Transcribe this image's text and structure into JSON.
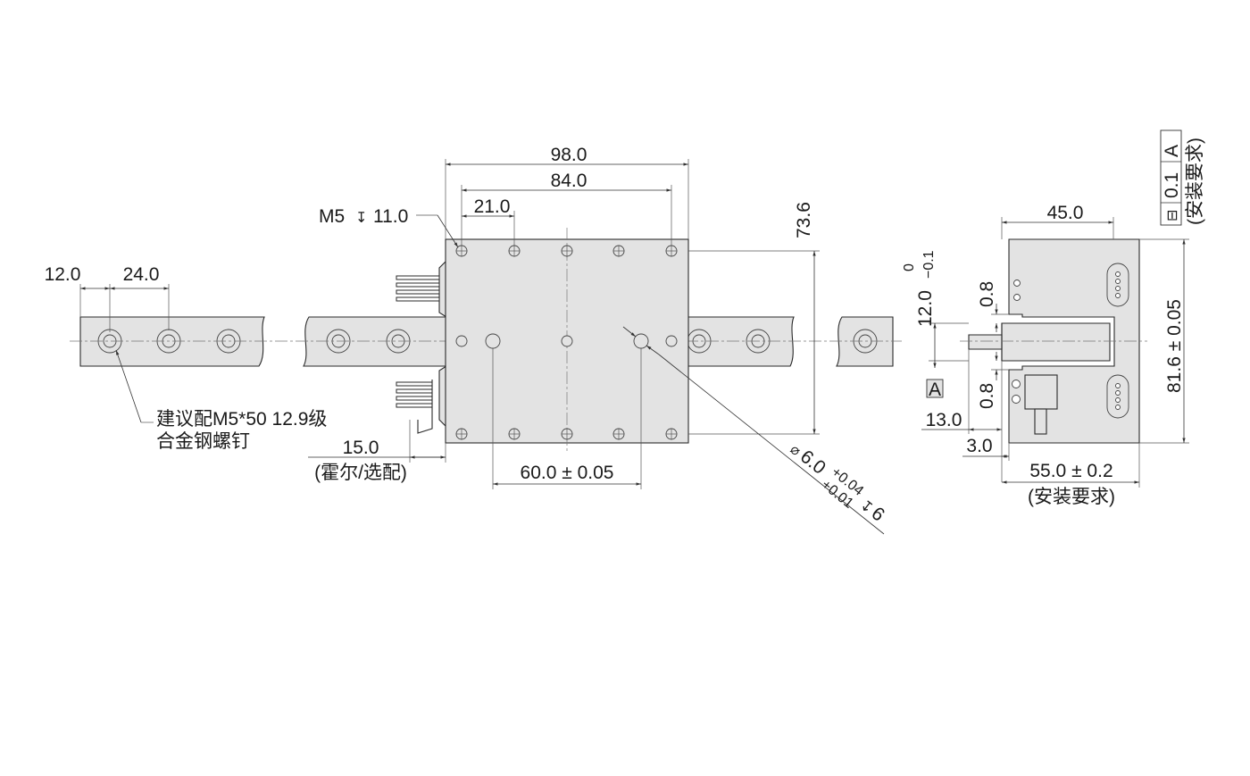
{
  "dimensions": {
    "d_98": "98.0",
    "d_84": "84.0",
    "d_21": "21.0",
    "d_73_6": "73.6",
    "d_12": "12.0",
    "d_24": "24.0",
    "d_15": "15.0",
    "d_60": "60.0 ± 0.05",
    "d_45": "45.0",
    "d_12_main": "12.0",
    "d_12_up": "0",
    "d_12_low": "−0.1",
    "d_0_8_top": "0.8",
    "d_0_8_bot": "0.8",
    "d_13": "13.0",
    "d_3": "3.0",
    "d_55": "55.0 ± 0.2",
    "d_81_6": "81.6 ± 0.05"
  },
  "callouts": {
    "thread": "M5",
    "thread_depth_symbol": "↧",
    "thread_depth": "11.0",
    "screw_note_line1": "建议配M5*50 12.9级",
    "screw_note_line2": "合金钢螺钉",
    "hall_note": "(霍尔/选配)",
    "pin_dia_symbol": "⌀",
    "pin_dia": "6.0",
    "pin_tol_up": "+0.04",
    "pin_tol_low": "+0.01",
    "pin_depth_symbol": "↧",
    "pin_depth": "6",
    "mount_req_bottom": "(安装要求)",
    "datum_label": "A",
    "flatness_symbol": "⊟",
    "flatness_value": "0.1",
    "flatness_datum": "A",
    "flatness_req": "(安装要求)"
  },
  "colors": {
    "part_fill": "#e3e3e3",
    "line": "#2a2a2a"
  }
}
